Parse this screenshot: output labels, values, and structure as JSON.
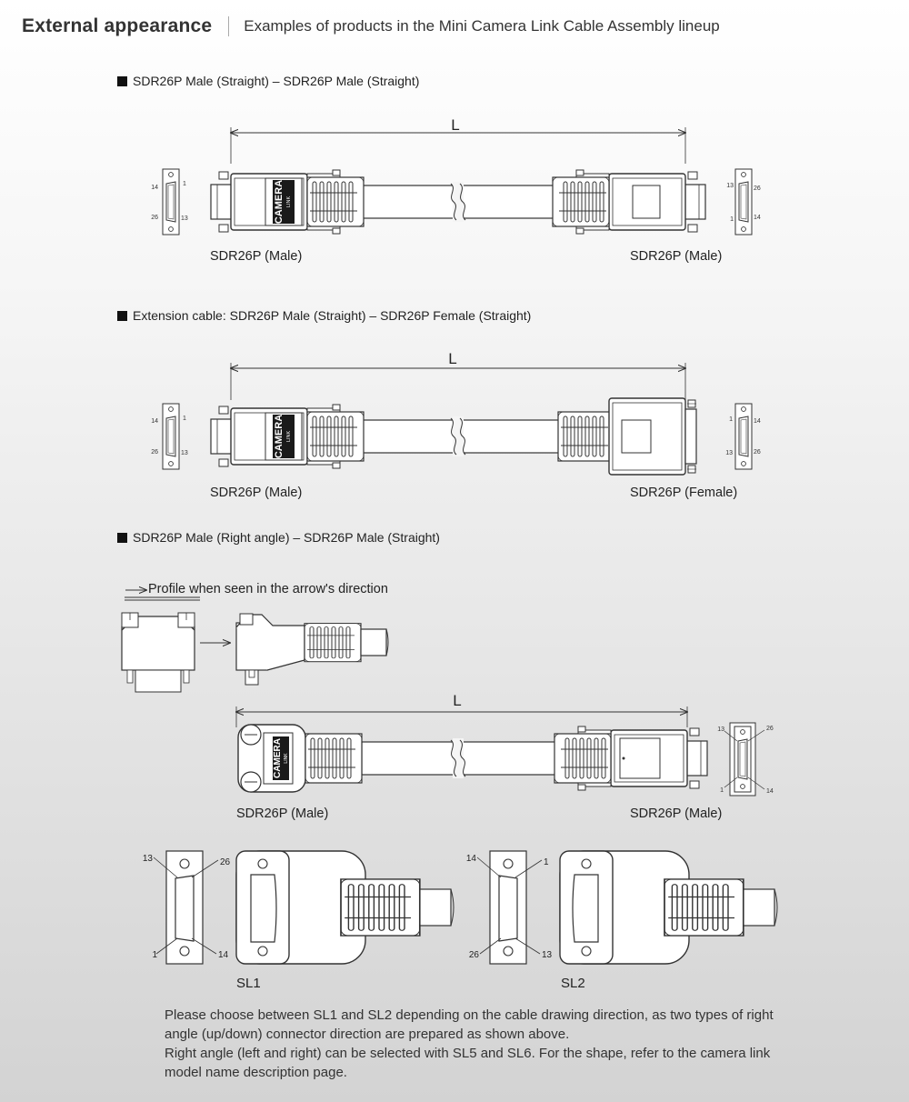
{
  "header": {
    "title": "External appearance",
    "subtitle": "Examples of products in the Mini Camera Link Cable Assembly lineup"
  },
  "sections": [
    {
      "title": "SDR26P Male (Straight) – SDR26P Male (Straight)",
      "length_label": "L",
      "left_connector": "SDR26P (Male)",
      "right_connector": "SDR26P (Male)"
    },
    {
      "title": "Extension cable: SDR26P Male (Straight) – SDR26P Female (Straight)",
      "length_label": "L",
      "left_connector": "SDR26P (Male)",
      "right_connector": "SDR26P (Female)"
    },
    {
      "title": "SDR26P Male (Right angle) – SDR26P Male (Straight)",
      "profile_note": "Profile when seen in the arrow's direction",
      "length_label": "L",
      "left_connector": "SDR26P (Male)",
      "right_connector": "SDR26P (Male)"
    }
  ],
  "camera_plug_text": "CAMERA",
  "camera_plug_subtext": "LINK",
  "pins": {
    "p1": "1",
    "p13": "13",
    "p14": "14",
    "p26": "26"
  },
  "sl_labels": {
    "sl1": "SL1",
    "sl2": "SL2"
  },
  "footnote": {
    "paragraph1": "Please choose between SL1 and SL2 depending on the cable drawing direction, as two types of right angle (up/down) connector direction are prepared as shown above.",
    "paragraph2": "Right angle (left and right) can be selected with SL5 and SL6. For the shape, refer to the camera link model name description page."
  }
}
